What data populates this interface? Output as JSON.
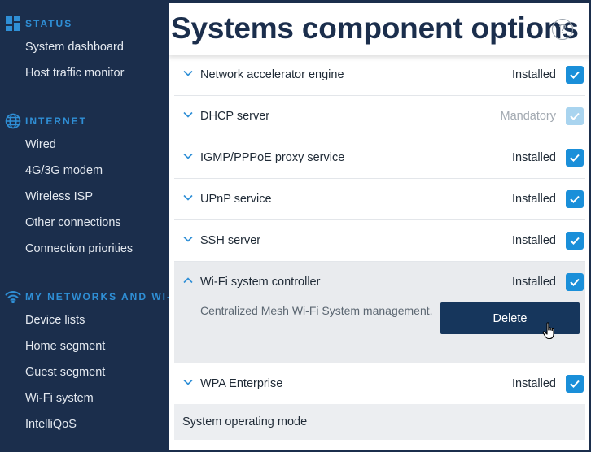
{
  "sidebar": {
    "sections": [
      {
        "title": "STATUS",
        "icon": "dashboard-grid-icon",
        "items": [
          {
            "label": "System dashboard"
          },
          {
            "label": "Host traffic monitor"
          }
        ]
      },
      {
        "title": "INTERNET",
        "icon": "globe-icon",
        "items": [
          {
            "label": "Wired"
          },
          {
            "label": "4G/3G modem"
          },
          {
            "label": "Wireless ISP"
          },
          {
            "label": "Other connections"
          },
          {
            "label": "Connection priorities"
          }
        ]
      },
      {
        "title": "MY NETWORKS AND WI-FI",
        "icon": "wifi-icon",
        "items": [
          {
            "label": "Device lists"
          },
          {
            "label": "Home segment"
          },
          {
            "label": "Guest segment"
          },
          {
            "label": "Wi-Fi system"
          },
          {
            "label": "IntelliQoS"
          }
        ]
      }
    ]
  },
  "main": {
    "title": "Systems component options",
    "help_icon": "?",
    "components": [
      {
        "name": "Network accelerator engine",
        "status": "Installed",
        "checked": true
      },
      {
        "name": "DHCP server",
        "status": "Mandatory",
        "checked": true,
        "disabled": true
      },
      {
        "name": "IGMP/PPPoE proxy service",
        "status": "Installed",
        "checked": true
      },
      {
        "name": "UPnP service",
        "status": "Installed",
        "checked": true
      },
      {
        "name": "SSH server",
        "status": "Installed",
        "checked": true
      },
      {
        "name": "Wi-Fi system controller",
        "status": "Installed",
        "checked": true,
        "expanded": true,
        "description": "Centralized Mesh Wi-Fi System management.",
        "action_label": "Delete"
      },
      {
        "name": "WPA Enterprise",
        "status": "Installed",
        "checked": true
      }
    ],
    "subsection": {
      "label": "System operating mode"
    }
  },
  "colors": {
    "sidebar_bg": "#1b2e4c",
    "accent": "#1a8fd9",
    "section_title": "#2f8fd6",
    "button_bg": "#16365c"
  }
}
